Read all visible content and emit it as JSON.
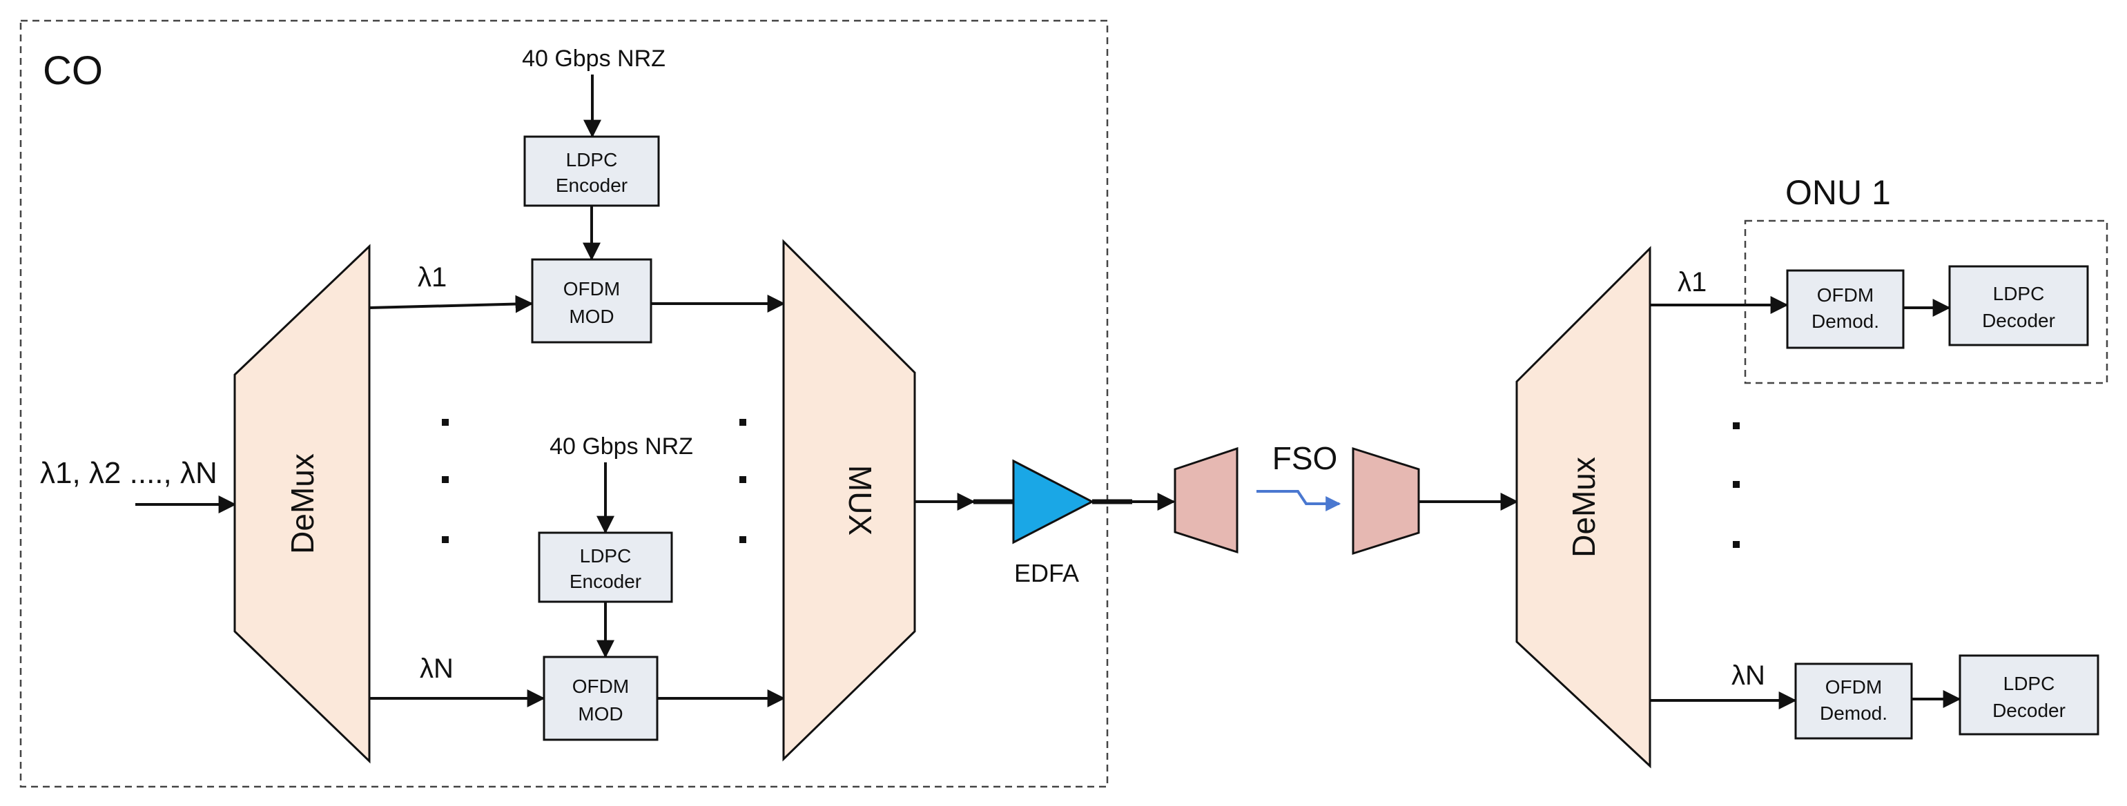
{
  "colors": {
    "box_fill": "#e8ecf2",
    "mux_fill": "#fbe8da",
    "edfa_fill": "#1aa7e6",
    "fso_lens_fill": "#e6b8b2",
    "fso_beam": "#4a78d0",
    "stroke": "#111111"
  },
  "co": {
    "label": "CO"
  },
  "onu": {
    "label": "ONU 1"
  },
  "input": {
    "label": "λ1, λ2 ...., λN"
  },
  "co_demux": {
    "label": "DeMux"
  },
  "mux": {
    "label": "MUX"
  },
  "nrz_top": {
    "label": "40 Gbps NRZ"
  },
  "nrz_bottom": {
    "label": "40 Gbps NRZ"
  },
  "ldpc_encoder_top": {
    "line1": "LDPC",
    "line2": "Encoder"
  },
  "ldpc_encoder_bottom": {
    "line1": "LDPC",
    "line2": "Encoder"
  },
  "ofdm_mod_top": {
    "line1": "OFDM",
    "line2": "MOD"
  },
  "ofdm_mod_bottom": {
    "line1": "OFDM",
    "line2": "MOD"
  },
  "lambda_1_co": "λ1",
  "lambda_n_co": "λN",
  "edfa": {
    "label": "EDFA"
  },
  "fso": {
    "label": "FSO"
  },
  "onu_demux": {
    "label": "DeMux"
  },
  "lambda_1_onu": "λ1",
  "lambda_n_onu": "λN",
  "ofdm_demod_top": {
    "line1": "OFDM",
    "line2": "Demod."
  },
  "ofdm_demod_bottom": {
    "line1": "OFDM",
    "line2": "Demod."
  },
  "ldpc_decoder_top": {
    "line1": "LDPC",
    "line2": "Decoder"
  },
  "ldpc_decoder_bottom": {
    "line1": "LDPC",
    "line2": "Decoder"
  }
}
